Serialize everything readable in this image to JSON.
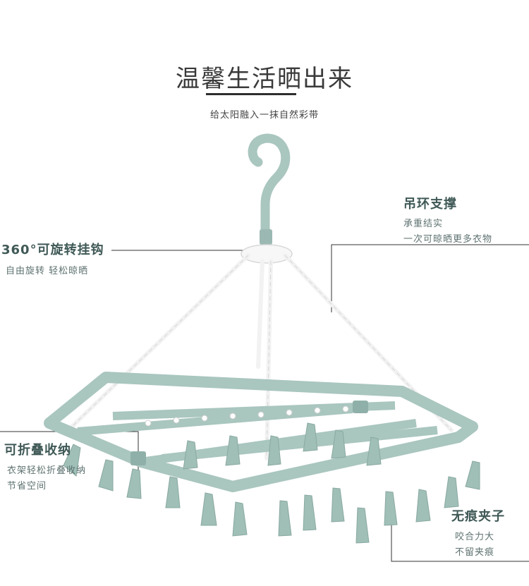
{
  "header": {
    "title": "温馨生活晒出来",
    "subtitle": "给太阳融入一抹自然彩带"
  },
  "callouts": {
    "rotate": {
      "title": "360°可旋转挂钩",
      "lines": [
        "自由旋转 轻松晾晒"
      ]
    },
    "ring": {
      "title": "吊环支撑",
      "lines": [
        "承重结实",
        "一次可晾晒更多衣物"
      ]
    },
    "fold": {
      "title": "可折叠收纳",
      "lines": [
        "衣架轻松折叠收纳",
        "节省空间"
      ]
    },
    "clip": {
      "title": "无痕夹子",
      "lines": [
        "咬合力大",
        "不留夹痕"
      ]
    }
  },
  "product": {
    "name": "clothes-drying-rack",
    "frame_color": "#a9c6bf",
    "clip_color": "#9fbfb7",
    "chain_color": "#f4f4f4"
  }
}
